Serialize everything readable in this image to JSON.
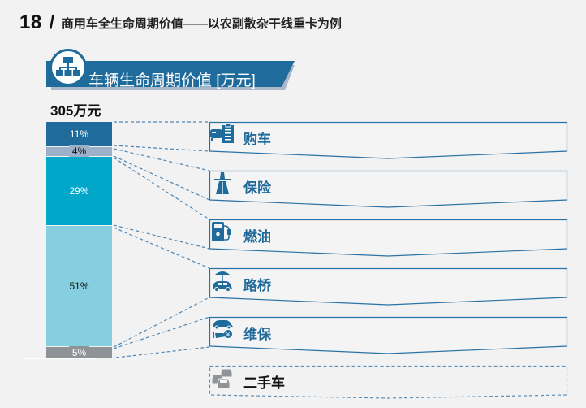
{
  "header": {
    "page_number": "18",
    "separator": "/",
    "title": "商用车全生命周期价值——以农副散杂干线重卡为例"
  },
  "banner": {
    "icon": "org-chart-icon",
    "title": "车辆生命周期价值 [万元]",
    "color": "#1e6b9c"
  },
  "total": "305万元",
  "chart_data": {
    "type": "bar",
    "subtype": "100% stacked single column",
    "title": "车辆生命周期价值 [万元]",
    "total_label": "305万元",
    "total_value": 305,
    "unit": "万元",
    "categories": [
      "购车",
      "保险",
      "燃油",
      "路桥",
      "维保",
      "二手车"
    ],
    "series": [
      {
        "name": "购车",
        "percent": 11,
        "label": "11%",
        "color": "#1e6b9c"
      },
      {
        "name": "保险",
        "percent": 4,
        "label": "4%",
        "color": "#9cb0ca"
      },
      {
        "name": "燃油",
        "percent": 29,
        "label": "29%",
        "color": "#00a7c9"
      },
      {
        "name": "路桥",
        "percent": 51,
        "label": "51%",
        "color": "#86cfe0"
      },
      {
        "name": "维保",
        "percent": 5,
        "label": "5%",
        "color": "#8f9297"
      }
    ],
    "note": "二手车 shown as dashed box (residual value), not a bar segment",
    "legend_position": "right (connected boxes)",
    "grid": false
  },
  "segments": [
    {
      "label": "11%",
      "color": "#1e6b9c",
      "text_color": "#ffffff"
    },
    {
      "label": "4%",
      "color": "#9cb0ca",
      "text_color": "#111111"
    },
    {
      "label": "29%",
      "color": "#00a7c9",
      "text_color": "#ffffff"
    },
    {
      "label": "51%",
      "color": "#86cfe0",
      "text_color": "#111111"
    },
    {
      "label": "5%",
      "color": "#8f9297",
      "text_color": "#ffffff"
    }
  ],
  "stages": [
    {
      "label": "购车",
      "icon": "truck-clipboard-icon"
    },
    {
      "label": "保险",
      "icon": "highway-road-icon"
    },
    {
      "label": "燃油",
      "icon": "fuel-pump-icon"
    },
    {
      "label": "路桥",
      "icon": "car-umbrella-icon"
    },
    {
      "label": "维保",
      "icon": "car-hand-yuan-icon"
    },
    {
      "label": "二手车",
      "icon": "multiple-cars-icon"
    }
  ]
}
